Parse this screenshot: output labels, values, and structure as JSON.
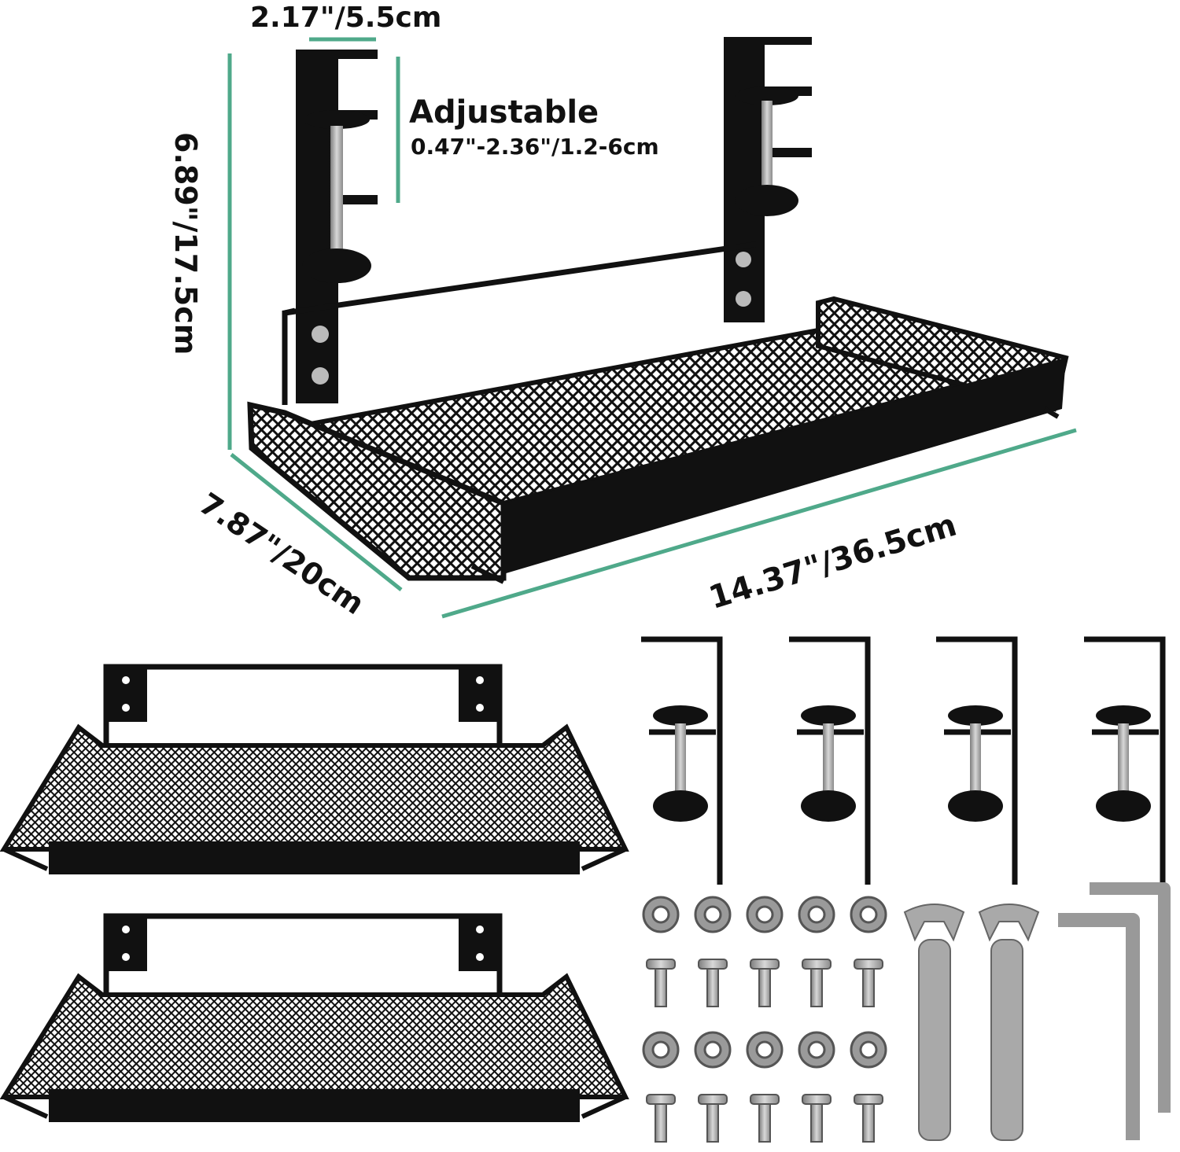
{
  "labels": {
    "top_width": "2.17\"/5.5cm",
    "adjustable_title": "Adjustable",
    "adjustable_range": "0.47\"-2.36\"/1.2-6cm",
    "height": "6.89\"/17.5cm",
    "depth": "7.87\"/20cm",
    "length": "14.37\"/36.5cm"
  },
  "colors": {
    "dimension_line": "#4fa98a",
    "metal": "#111111",
    "hardware": "#a9a9a9"
  }
}
